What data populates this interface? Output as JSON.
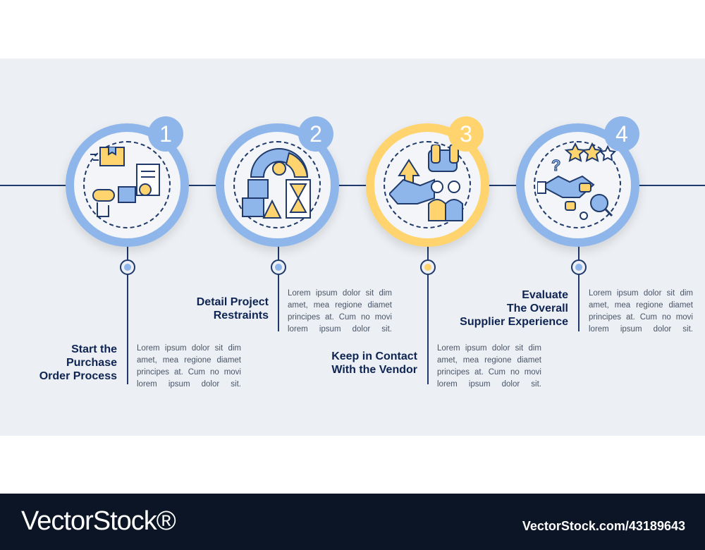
{
  "steps": [
    {
      "number": "1",
      "title": "Start the\nPurchase\nOrder Process",
      "body": "Lorem ipsum dolor sit dim\namet, mea regione diamet\nprincipes at. Cum no movi\nlorem ipsum dolor sit.",
      "accent": "#8fb6ea"
    },
    {
      "number": "2",
      "title": "Detail Project\nRestraints",
      "body": "Lorem ipsum dolor sit dim\namet, mea regione diamet\nprincipes at. Cum no movi\nlorem ipsum dolor sit.",
      "accent": "#8fb6ea"
    },
    {
      "number": "3",
      "title": "Keep in Contact\nWith the Vendor",
      "body": "Lorem ipsum dolor sit dim\namet, mea regione diamet\nprincipes at. Cum no movi\nlorem ipsum dolor sit.",
      "accent": "#ffd46e"
    },
    {
      "number": "4",
      "title": "Evaluate\nThe Overall\nSupplier Experience",
      "body": "Lorem ipsum dolor sit dim\namet, mea regione diamet\nprincipes at. Cum no movi\nlorem ipsum dolor sit.",
      "accent": "#8fb6ea"
    }
  ],
  "icons": [
    "purchase-order-icon",
    "project-restraints-icon",
    "vendor-contact-icon",
    "supplier-evaluation-icon"
  ],
  "footer": {
    "logo": "VectorStock®",
    "image_id": "VectorStock.com/43189643"
  },
  "colors": {
    "primary": "#1f3a6b",
    "blue": "#8fb6ea",
    "gold": "#ffd46e",
    "background": "#eceff3"
  }
}
